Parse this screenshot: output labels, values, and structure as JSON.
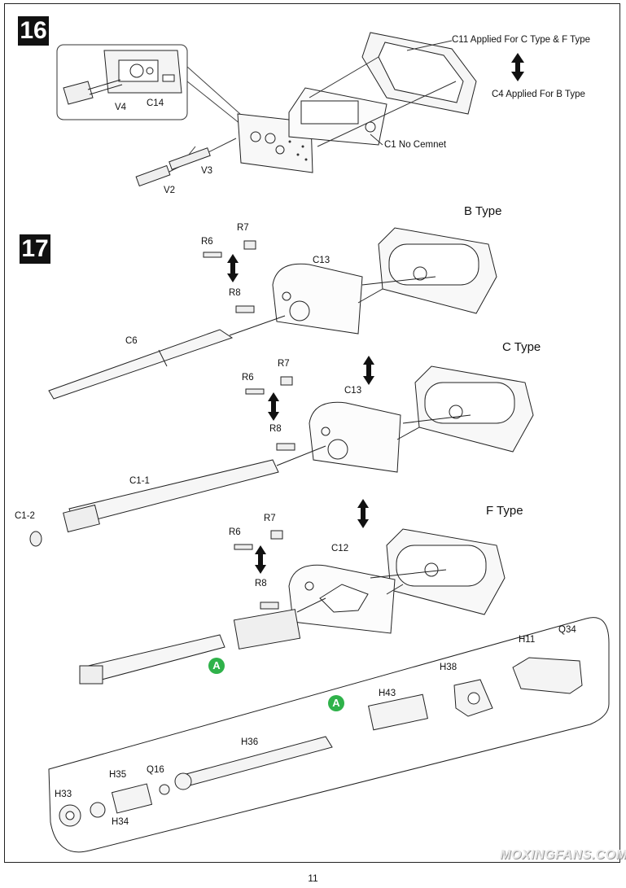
{
  "steps": {
    "s16": "16",
    "s17": "17"
  },
  "step16": {
    "parts": {
      "c11": "C11 Applied For C Type & F Type",
      "c4": "C4 Applied For B Type",
      "c1": "C1 No Cemnet",
      "c14": "C14",
      "v4": "V4",
      "v3": "V3",
      "v2": "V2"
    }
  },
  "step17": {
    "types": {
      "b": "B Type",
      "c": "C Type",
      "f": "F Type"
    },
    "parts": {
      "r6a": "R6",
      "r7a": "R7",
      "r8a": "R8",
      "c13a": "C13",
      "c6": "C6",
      "r6b": "R6",
      "r7b": "R7",
      "r8b": "R8",
      "c13b": "C13",
      "c1_1": "C1-1",
      "c1_2": "C1-2",
      "r6c": "R6",
      "r7c": "R7",
      "r8c": "R8",
      "c12": "C12"
    },
    "subassembly": {
      "marker": "A",
      "marker_top": "A",
      "parts": {
        "h11": "H11",
        "q34": "Q34",
        "h38": "H38",
        "h43": "H43",
        "h36": "H36",
        "h35": "H35",
        "q16": "Q16",
        "h33": "H33",
        "h34": "H34"
      }
    }
  },
  "footer": {
    "page": "11",
    "watermark": "MOXINGFANS.COM"
  }
}
